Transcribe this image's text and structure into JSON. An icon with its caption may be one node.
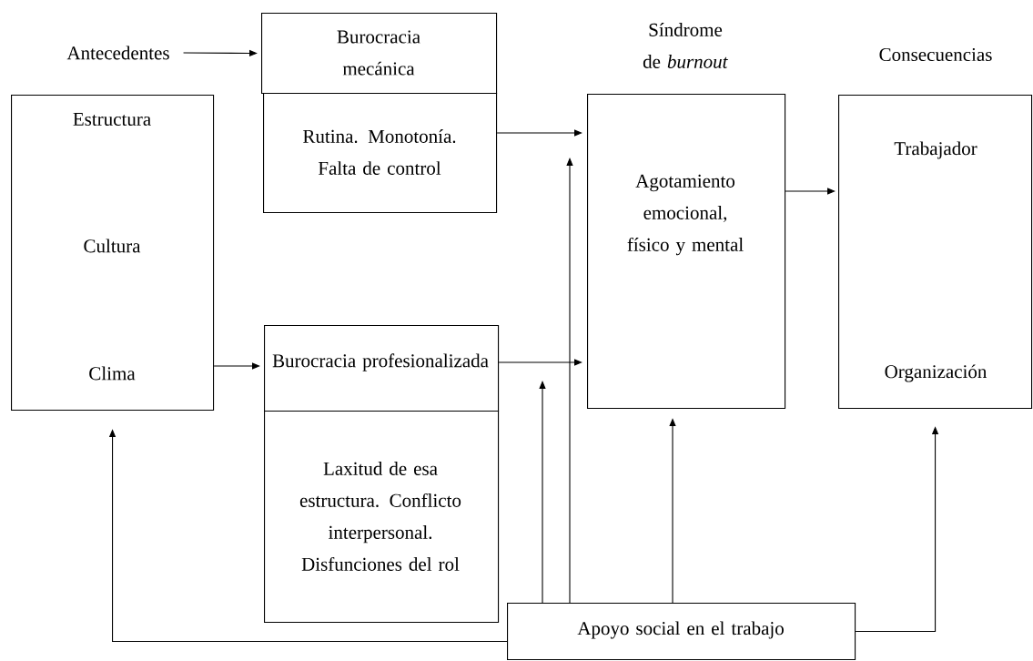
{
  "diagram": {
    "nodes": [
      {
        "text": [
          "Antecedentes"
        ]
      },
      {
        "text": [
          "Burocracia mecánica"
        ]
      },
      {
        "text": [
          "Rutina. Monotonía. Falta de control"
        ]
      },
      {
        "text": [
          "Estructura",
          "Cultura",
          "Clima"
        ]
      },
      {
        "text": [
          "Burocracia profesionalizada"
        ]
      },
      {
        "text": [
          "Laxitud de esa estructura. Conflicto interpersonal. Disfunciones del rol"
        ]
      },
      {
        "text": [
          "Síndrome de *burnout*",
          "Agotamiento emocional, físico y mental"
        ]
      },
      {
        "text": [
          "Consecuencias",
          "Trabajador",
          "Organización"
        ]
      },
      {
        "text": [
          "Apoyo social en el trabajo"
        ]
      }
    ],
    "edges": [
      {
        "from": 0,
        "to": 1,
        "arrow": "to"
      },
      {
        "from": 2,
        "to": 6,
        "arrow": "to"
      },
      {
        "from": 3,
        "to": 4,
        "arrow": "to"
      },
      {
        "from": 4,
        "to": 6,
        "arrow": "to"
      },
      {
        "from": 6,
        "to": 7,
        "arrow": "to"
      },
      {
        "from": 8,
        "to": 3,
        "arrow": "to"
      },
      {
        "from": 8,
        "to": null,
        "arrow": "to"
      },
      {
        "from": 8,
        "to": null,
        "arrow": "to"
      },
      {
        "from": 8,
        "to": 6,
        "arrow": "to"
      },
      {
        "from": 8,
        "to": 7,
        "arrow": "to"
      }
    ]
  }
}
